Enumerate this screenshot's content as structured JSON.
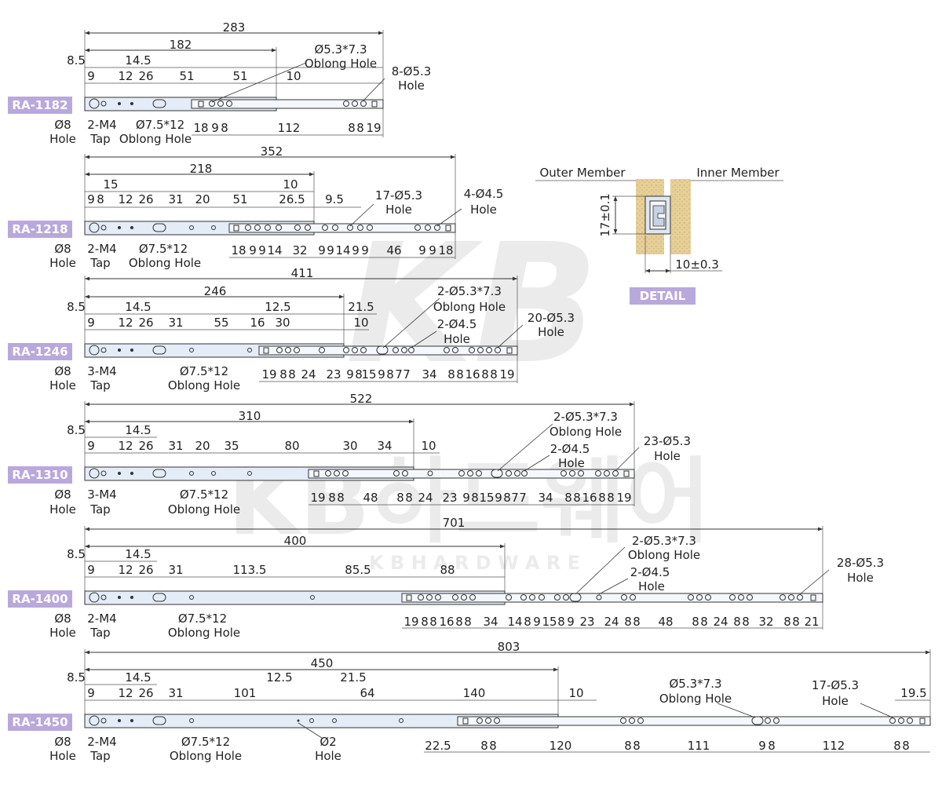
{
  "watermark": {
    "logo": "KB",
    "korean": "KB하드웨어",
    "english": "K B  H A R D W A R E"
  },
  "colors": {
    "tag_bg": "#b9a8dc",
    "tag_text": "#ffffff",
    "rail_fill": "#e4ecf7",
    "line": "#333333"
  },
  "detail": {
    "outer_member": "Outer Member",
    "inner_member": "Inner Member",
    "height": "17±0.1",
    "width": "10±0.3",
    "label": "DETAIL"
  },
  "models": [
    {
      "code": "RA-1182",
      "overall": "283",
      "closed": "182",
      "top_dims": [
        "8.5",
        "14.5",
        "9",
        "12",
        "26",
        "51",
        "51",
        "10"
      ],
      "callouts": [
        "Ø5.3*7.3",
        "Oblong Hole",
        "8-Ø5.3",
        "Hole"
      ],
      "bottom_dims": [
        "18",
        "9",
        "8",
        "112",
        "8",
        "8",
        "19"
      ],
      "left_labels": [
        "Ø8",
        "Hole",
        "2-M4",
        "Tap",
        "Ø7.5*12",
        "Oblong Hole"
      ]
    },
    {
      "code": "RA-1218",
      "overall": "352",
      "closed": "218",
      "top_dims": [
        "9",
        "8",
        "15",
        "12",
        "26",
        "31",
        "20",
        "51",
        "10",
        "26.5",
        "9.5"
      ],
      "callouts": [
        "17-Ø5.3",
        "Hole",
        "4-Ø4.5",
        "Hole"
      ],
      "bottom_dims": [
        "18",
        "9",
        "9",
        "14",
        "32",
        "9",
        "9",
        "14",
        "9",
        "9",
        "46",
        "9",
        "9",
        "18"
      ],
      "left_labels": [
        "Ø8",
        "Hole",
        "2-M4",
        "Tap",
        "Ø7.5*12",
        "Oblong Hole"
      ]
    },
    {
      "code": "RA-1246",
      "overall": "411",
      "closed": "246",
      "top_dims": [
        "8.5",
        "14.5",
        "9",
        "12",
        "26",
        "31",
        "55",
        "16",
        "30",
        "12.5",
        "21.5",
        "10"
      ],
      "callouts": [
        "2-Ø5.3*7.3",
        "Oblong Hole",
        "2-Ø4.5",
        "Hole",
        "20-Ø5.3",
        "Hole"
      ],
      "bottom_dims": [
        "19",
        "8",
        "8",
        "24",
        "23",
        "9",
        "8",
        "15",
        "9",
        "8",
        "7",
        "7",
        "34",
        "8",
        "8",
        "16",
        "8",
        "8",
        "19"
      ],
      "left_labels": [
        "Ø8",
        "Hole",
        "3-M4",
        "Tap",
        "Ø7.5*12",
        "Oblong Hole"
      ]
    },
    {
      "code": "RA-1310",
      "overall": "522",
      "closed": "310",
      "top_dims": [
        "8.5",
        "14.5",
        "9",
        "12",
        "26",
        "31",
        "20",
        "35",
        "80",
        "30",
        "34",
        "10"
      ],
      "callouts": [
        "2-Ø5.3*7.3",
        "Oblong Hole",
        "2-Ø4.5",
        "Hole",
        "23-Ø5.3",
        "Hole"
      ],
      "bottom_dims": [
        "19",
        "8",
        "8",
        "48",
        "8",
        "8",
        "24",
        "23",
        "9",
        "8",
        "15",
        "9",
        "8",
        "7",
        "7",
        "34",
        "8",
        "8",
        "16",
        "8",
        "8",
        "19"
      ],
      "left_labels": [
        "Ø8",
        "Hole",
        "3-M4",
        "Tap",
        "Ø7.5*12",
        "Oblong Hole"
      ]
    },
    {
      "code": "RA-1400",
      "overall": "701",
      "closed": "400",
      "top_dims": [
        "8.5",
        "14.5",
        "9",
        "12",
        "26",
        "31",
        "113.5",
        "85.5",
        "88"
      ],
      "callouts": [
        "2-Ø5.3*7.3",
        "Oblong Hole",
        "2-Ø4.5",
        "Hole",
        "28-Ø5.3",
        "Hole"
      ],
      "bottom_dims": [
        "19",
        "8",
        "8",
        "16",
        "8",
        "8",
        "34",
        "14",
        "8",
        "9",
        "15",
        "8",
        "9",
        "23",
        "24",
        "8",
        "8",
        "48",
        "8",
        "8",
        "24",
        "8",
        "8",
        "32",
        "8",
        "8",
        "21"
      ],
      "left_labels": [
        "Ø8",
        "Hole",
        "2-M4",
        "Tap",
        "Ø7.5*12",
        "Oblong Hole"
      ]
    },
    {
      "code": "RA-1450",
      "overall": "803",
      "closed": "450",
      "top_dims": [
        "8.5",
        "14.5",
        "9",
        "12",
        "26",
        "31",
        "101",
        "12.5",
        "21.5",
        "64",
        "140",
        "10",
        "19.5"
      ],
      "callouts": [
        "Ø5.3*7.3",
        "Oblong Hole",
        "17-Ø5.3",
        "Hole"
      ],
      "bottom_dims": [
        "22.5",
        "8",
        "8",
        "120",
        "8",
        "8",
        "111",
        "9",
        "8",
        "112",
        "8",
        "8"
      ],
      "left_labels": [
        "Ø8",
        "Hole",
        "2-M4",
        "Tap",
        "Ø7.5*12",
        "Oblong Hole",
        "Ø2",
        "Hole"
      ]
    }
  ]
}
